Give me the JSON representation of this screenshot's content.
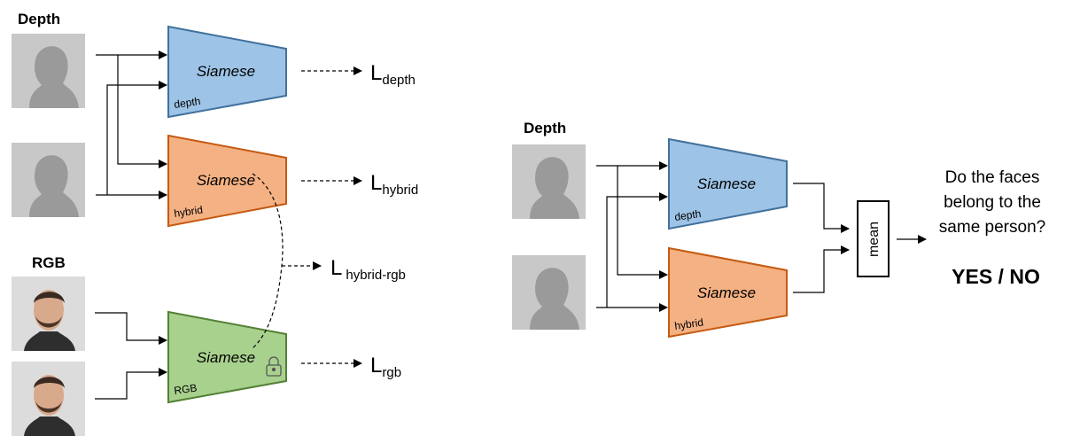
{
  "left": {
    "depth_label": "Depth",
    "rgb_label": "RGB",
    "nets": [
      {
        "title": "Siamese",
        "tag": "depth",
        "loss_main": "L",
        "loss_sub": "depth"
      },
      {
        "title": "Siamese",
        "tag": "hybrid",
        "loss_main": "L",
        "loss_sub": "hybrid"
      },
      {
        "title": "Siamese",
        "tag": "RGB",
        "loss_main": "L",
        "loss_sub": "rgb"
      }
    ],
    "cross_loss_main": "L",
    "cross_loss_sub": "hybrid-rgb"
  },
  "right": {
    "depth_label": "Depth",
    "nets": [
      {
        "title": "Siamese",
        "tag": "depth"
      },
      {
        "title": "Siamese",
        "tag": "hybrid"
      }
    ],
    "mean_label": "mean",
    "question": [
      "Do the faces",
      "belong to the",
      "same person?"
    ],
    "answer": "YES / NO"
  },
  "colors": {
    "blue": "#9dc3e6",
    "blue_edge": "#41719c",
    "orange": "#f4b183",
    "orange_edge": "#c55a11",
    "green": "#a9d18e",
    "green_edge": "#538135"
  }
}
